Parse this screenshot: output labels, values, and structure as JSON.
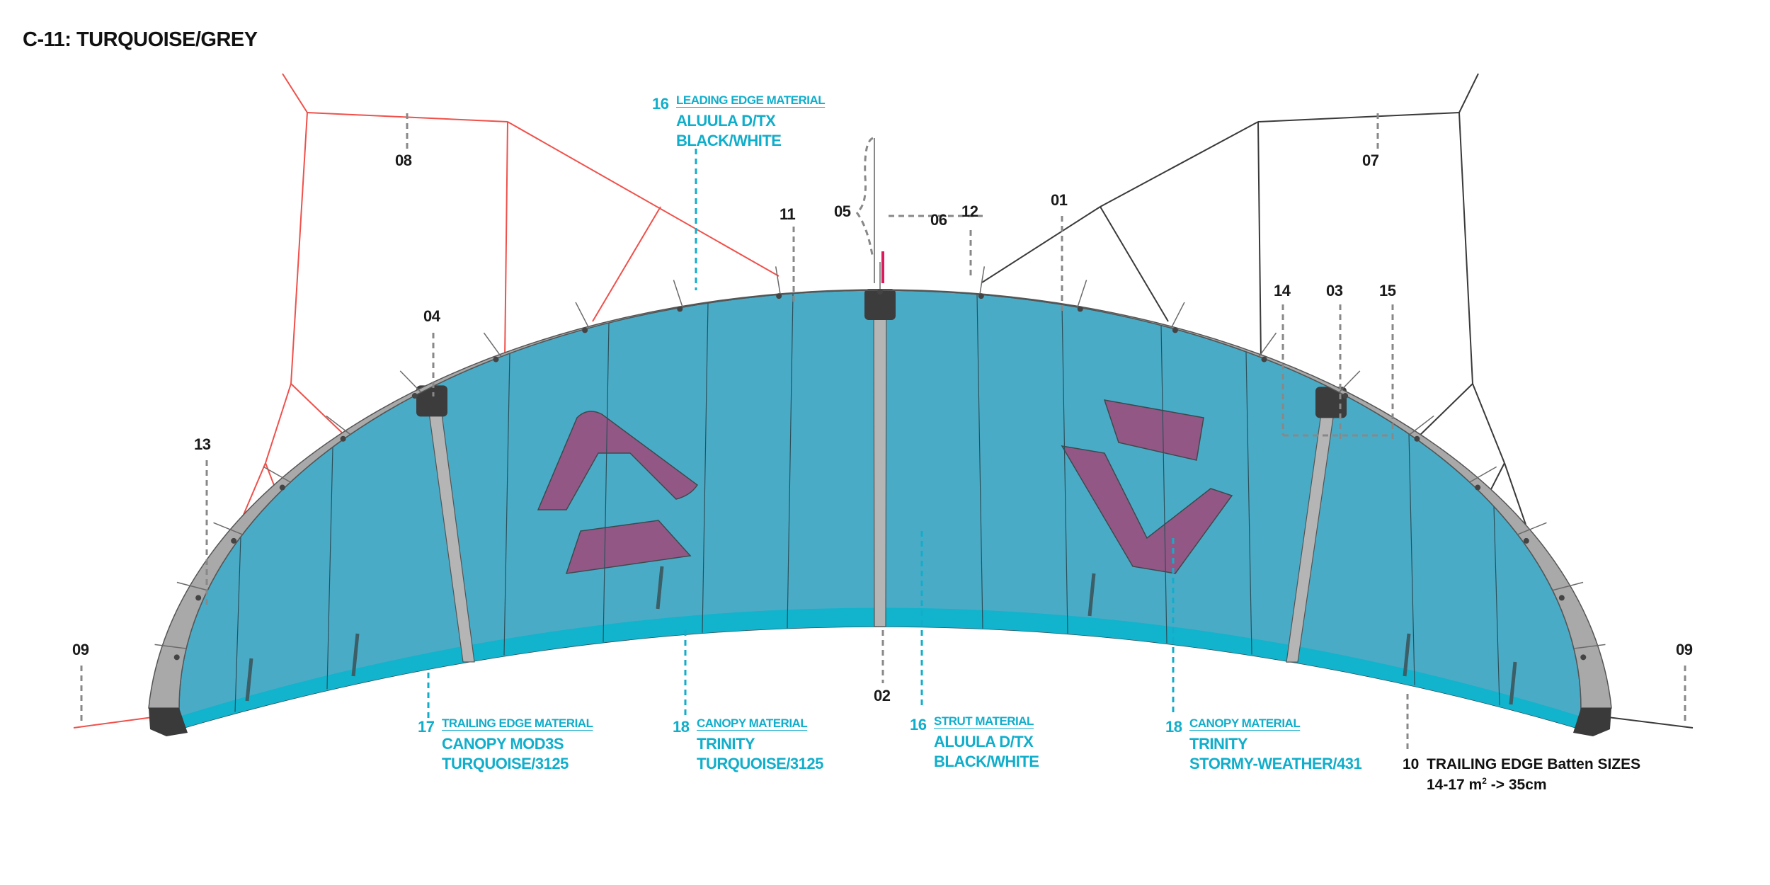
{
  "title": "C-11: TURQUOISE/GREY",
  "colors": {
    "canopy": "#4aabc6",
    "trailing_edge": "#12b3cc",
    "leading_edge": "#a9a9a9",
    "bridle_left": "#f0504a",
    "bridle_right": "#3a3a3a",
    "logo": "#a0497a",
    "material_text": "#11aecb"
  },
  "callouts": [
    "01",
    "02",
    "03",
    "04",
    "05",
    "06",
    "07",
    "08",
    "09",
    "09",
    "10",
    "11",
    "12",
    "13",
    "14",
    "15"
  ],
  "materials": [
    {
      "num": "16",
      "heading": "LEADING EDGE MATERIAL",
      "lines": [
        "ALUULA D/TX",
        "BLACK/WHITE"
      ]
    },
    {
      "num": "17",
      "heading": "TRAILING EDGE MATERIAL",
      "lines": [
        "CANOPY MOD3S",
        "TURQUOISE/3125"
      ]
    },
    {
      "num": "18",
      "heading": "CANOPY MATERIAL",
      "lines": [
        "TRINITY",
        "TURQUOISE/3125"
      ]
    },
    {
      "num": "16",
      "heading": "STRUT MATERIAL",
      "lines": [
        "ALUULA D/TX",
        "BLACK/WHITE"
      ]
    },
    {
      "num": "18",
      "heading": "CANOPY MATERIAL",
      "lines": [
        "TRINITY",
        "STORMY-WEATHER/431"
      ]
    }
  ],
  "batten_note": {
    "num": "10",
    "line1": "TRAILING EDGE Batten SIZES",
    "line2_prefix": "14-17 m",
    "line2_sup": "2",
    "line2_suffix": " -> 35cm"
  }
}
